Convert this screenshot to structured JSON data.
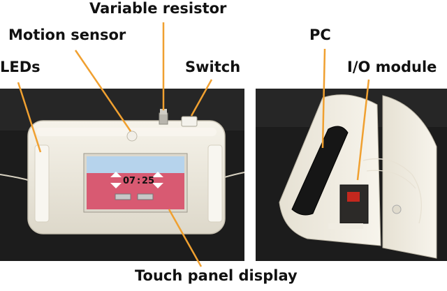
{
  "labels": {
    "variable_resistor": "Variable resistor",
    "motion_sensor": "Motion sensor",
    "leds": "LEDs",
    "switch": "Switch",
    "pc": "PC",
    "io_module": "I/O module",
    "touch_panel": "Touch panel display"
  },
  "screen": {
    "hour": "07",
    "separator": ":",
    "minute": "25"
  },
  "colors": {
    "leader_line": "#f0a030",
    "background_dark": "#1c1c1c",
    "device_body": "#ece8dc",
    "screen_top": "#b6d3ec",
    "screen_bottom": "#d85a72"
  }
}
